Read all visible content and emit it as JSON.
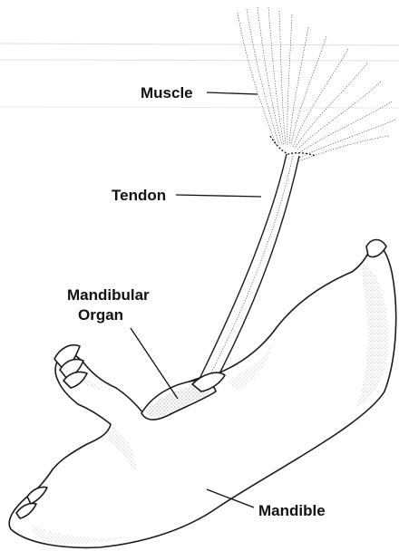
{
  "labels": {
    "muscle": "Muscle",
    "tendon": "Tendon",
    "mandibular_organ_line1": "Mandibular",
    "mandibular_organ_line2": "Organ",
    "mandible": "Mandible"
  },
  "colors": {
    "ink": "#111111",
    "background": "#ffffff"
  }
}
